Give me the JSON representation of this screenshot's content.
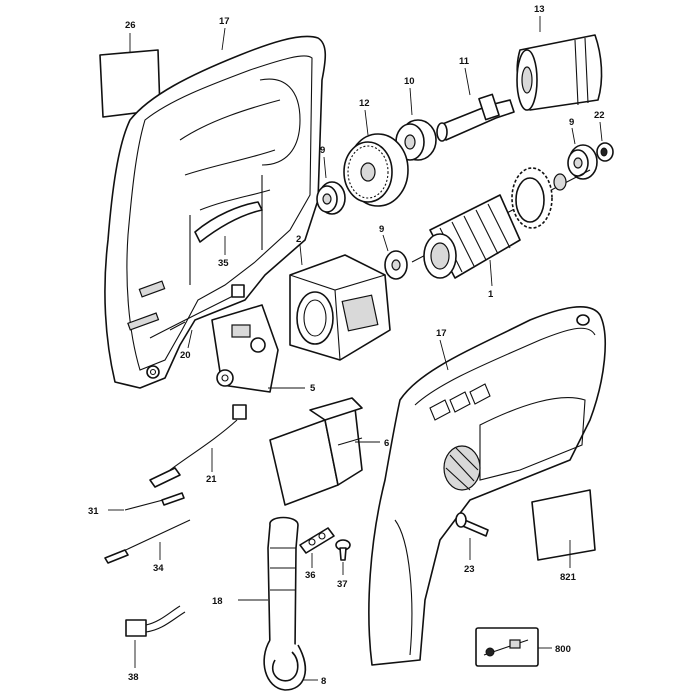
{
  "callouts": [
    {
      "id": "c26",
      "text": "26"
    },
    {
      "id": "c17a",
      "text": "17"
    },
    {
      "id": "c13",
      "text": "13"
    },
    {
      "id": "c11",
      "text": "11"
    },
    {
      "id": "c10",
      "text": "10"
    },
    {
      "id": "c12",
      "text": "12"
    },
    {
      "id": "c9a",
      "text": "9"
    },
    {
      "id": "c9b",
      "text": "9"
    },
    {
      "id": "c22",
      "text": "22"
    },
    {
      "id": "c9c",
      "text": "9"
    },
    {
      "id": "c2",
      "text": "2"
    },
    {
      "id": "c35",
      "text": "35"
    },
    {
      "id": "c1",
      "text": "1"
    },
    {
      "id": "c20",
      "text": "20"
    },
    {
      "id": "c5",
      "text": "5"
    },
    {
      "id": "c17b",
      "text": "17"
    },
    {
      "id": "c6",
      "text": "6"
    },
    {
      "id": "c21",
      "text": "21"
    },
    {
      "id": "c31",
      "text": "31"
    },
    {
      "id": "c34",
      "text": "34"
    },
    {
      "id": "c36",
      "text": "36"
    },
    {
      "id": "c37",
      "text": "37"
    },
    {
      "id": "c23",
      "text": "23"
    },
    {
      "id": "c821",
      "text": "821"
    },
    {
      "id": "c18",
      "text": "18"
    },
    {
      "id": "c8",
      "text": "8"
    },
    {
      "id": "c38",
      "text": "38"
    },
    {
      "id": "c800",
      "text": "800"
    }
  ]
}
